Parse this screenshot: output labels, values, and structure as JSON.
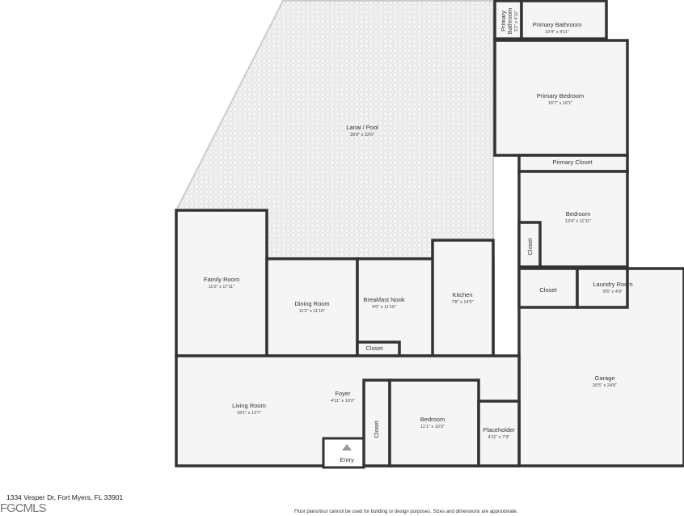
{
  "rooms": {
    "lanai": {
      "name": "Lanai / Pool",
      "dim": "39'9\" x 32'6\""
    },
    "primary_bath_small": {
      "name_1": "Primary",
      "name_2": "Bathroom",
      "dim": "3'2\" x 4'11\""
    },
    "primary_bath": {
      "name": "Primary Bathroom",
      "dim": "10'4\" x 4'11\""
    },
    "primary_bedroom": {
      "name": "Primary Bedroom",
      "dim": "16'7\" x 16'1\""
    },
    "primary_closet": {
      "name": "Primary Closet"
    },
    "bedroom_1": {
      "name": "Bedroom",
      "dim": "13'4\" x 11'11\""
    },
    "closet_bedroom_1": {
      "name": "Closet"
    },
    "family_room": {
      "name": "Family Room",
      "dim": "11'0\" x 17'11\""
    },
    "dining_room": {
      "name": "Dining Room",
      "dim": "11'2\" x 11'10\""
    },
    "breakfast_nook": {
      "name": "Breakfast Nook",
      "dim": "9'0\" x 11'10\""
    },
    "kitchen": {
      "name": "Kitchen",
      "dim": "7'8\" x 14'0\""
    },
    "closet_kitchen": {
      "name": "Closet"
    },
    "closet_hall": {
      "name": "Closet"
    },
    "laundry_room": {
      "name": "Laundry Room",
      "dim": "8'6\" x 4'9\""
    },
    "garage": {
      "name": "Garage",
      "dim": "20'5\" x 24'8\""
    },
    "living_room": {
      "name": "Living Room",
      "dim": "18'1\" x 13'7\""
    },
    "foyer": {
      "name": "Foyer",
      "dim": "4'11\" x 10'2\""
    },
    "entry": {
      "name": "Entry"
    },
    "closet_bedroom_2": {
      "name": "Closet"
    },
    "bedroom_2": {
      "name": "Bedroom",
      "dim": "11'1\" x 10'3\""
    },
    "placeholder": {
      "name": "Placeholder",
      "dim": "4'11\" x 7'9\""
    }
  },
  "footer": {
    "address": "1334 Vesper Dr, Fort Myers, FL 33901",
    "logo": "FGCMLS",
    "disclaimer": "Floor plans/tour cannot be used for building or design purposes. Sizes and dimensions are approximate."
  },
  "colors": {
    "wall": "#333333",
    "floor": "#f5f5f5"
  }
}
